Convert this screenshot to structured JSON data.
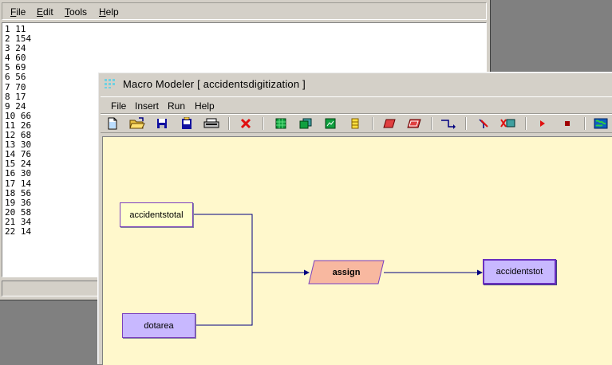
{
  "editor": {
    "menu": [
      {
        "label": "File",
        "underline": "F"
      },
      {
        "label": "Edit",
        "underline": "E"
      },
      {
        "label": "Tools",
        "underline": "T"
      },
      {
        "label": "Help",
        "underline": "H"
      }
    ],
    "lines": [
      "1 11",
      "2 154",
      "3 24",
      "4 60",
      "5 69",
      "6 56",
      "7 70",
      "8 17",
      "9 24",
      "10 66",
      "11 26",
      "12 68",
      "13 30",
      "14 76",
      "15 24",
      "16 30",
      "17 14",
      "18 56",
      "19 36",
      "20 58",
      "21 34",
      "22 14"
    ]
  },
  "modeler": {
    "title": "Macro Modeler  [ accidentsdigitization ]",
    "menu": {
      "file": "File",
      "insert": "Insert",
      "run": "Run",
      "help": "Help"
    },
    "toolbar_icons": [
      "new-icon",
      "open-icon",
      "save-icon",
      "save-as-icon",
      "print-icon",
      "delete-icon",
      "raster-layer-icon",
      "raster-group-icon",
      "raster-file-icon",
      "vector-layer-icon",
      "module-icon",
      "submodel-icon",
      "connect-icon",
      "delete-link-icon",
      "delete-element-icon",
      "run-icon",
      "stop-icon",
      "map-icon"
    ],
    "nodes": {
      "accidentstotal": "accidentstotal",
      "dotarea": "dotarea",
      "assign": "assign",
      "accidentstot": "accidentstot"
    },
    "colors": {
      "canvas": "#fff8cc",
      "input_node": "#ffffcc",
      "raster_node": "#c8b8ff",
      "module_node": "#f8b8a0",
      "link": "#000080"
    }
  }
}
